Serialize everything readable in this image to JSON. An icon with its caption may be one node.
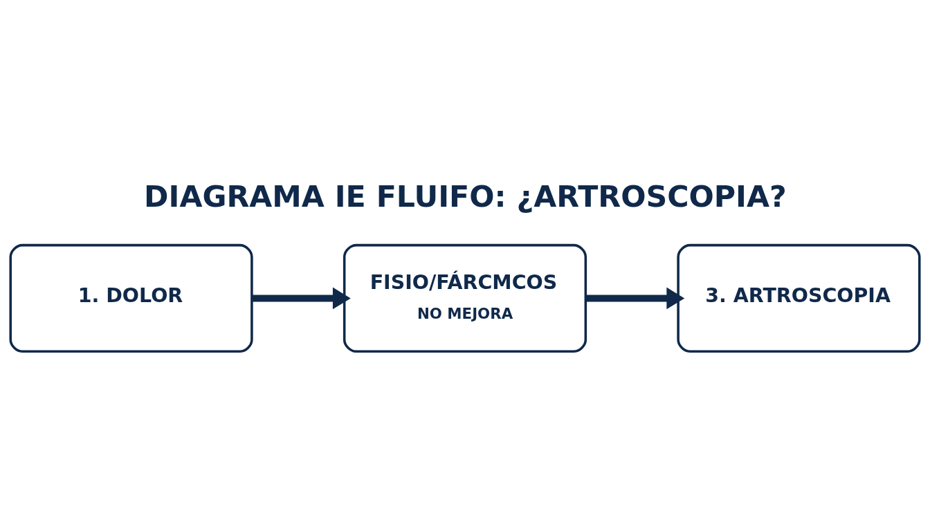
{
  "diagram": {
    "title": "DIAGRAMA IE FLUIFO: ¿ARTROSCOPIA?",
    "nodes": [
      {
        "text": [
          "1. DOLOR"
        ]
      },
      {
        "text": [
          "FISIO/FÁRCMCOS",
          "NO MEJORA"
        ]
      },
      {
        "text": [
          "3. ARTROSCOPIA"
        ]
      }
    ],
    "edges": [
      {
        "from": 0,
        "to": 1,
        "arrow": "to"
      },
      {
        "from": 1,
        "to": 2,
        "arrow": "to"
      }
    ]
  }
}
